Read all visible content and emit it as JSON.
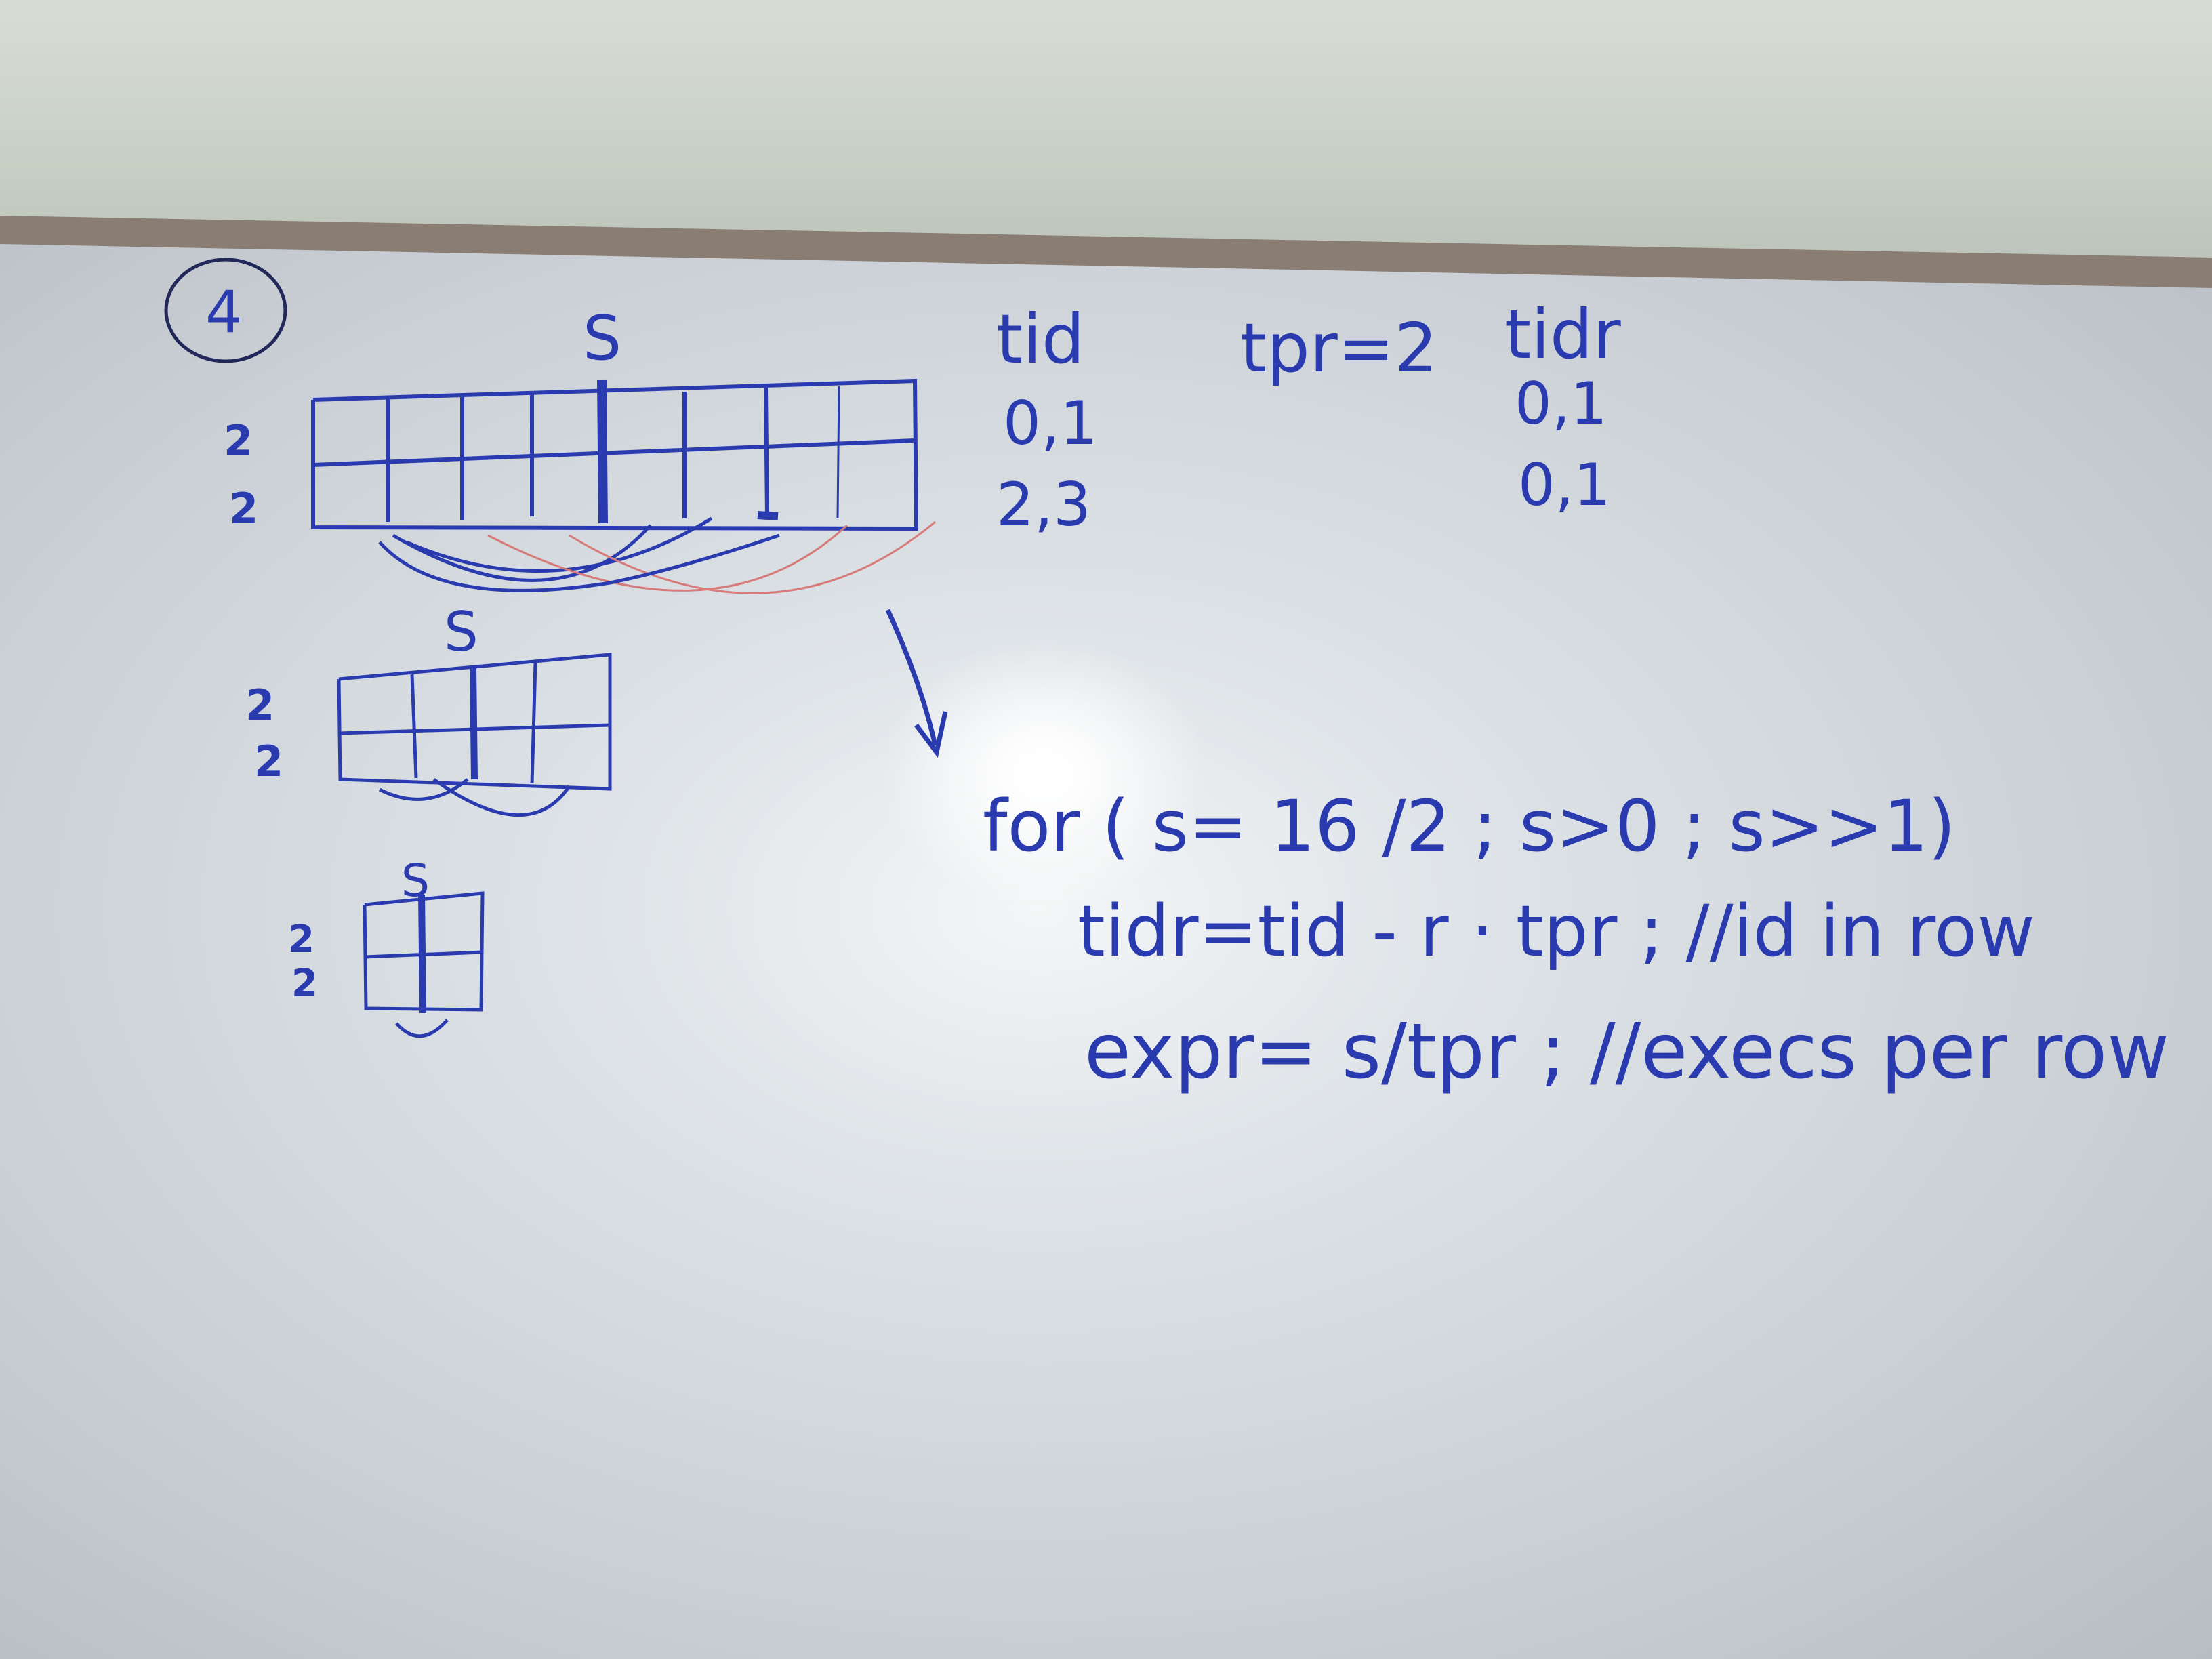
{
  "board_number": "4",
  "label_s": "S",
  "row_label": "2",
  "table": {
    "headers": [
      "tid",
      "tpr=2",
      "tidr"
    ],
    "rows": [
      [
        "0,1",
        "",
        "0,1"
      ],
      [
        "2,3",
        "",
        "0,1"
      ]
    ]
  },
  "code": {
    "line1": "for ( s= 16 /2 ; s>0 ; s>>1)",
    "line2": "tidr=tid - r · tpr ;   //id in row",
    "line3": "expr= s/tpr ; //execs per row"
  }
}
